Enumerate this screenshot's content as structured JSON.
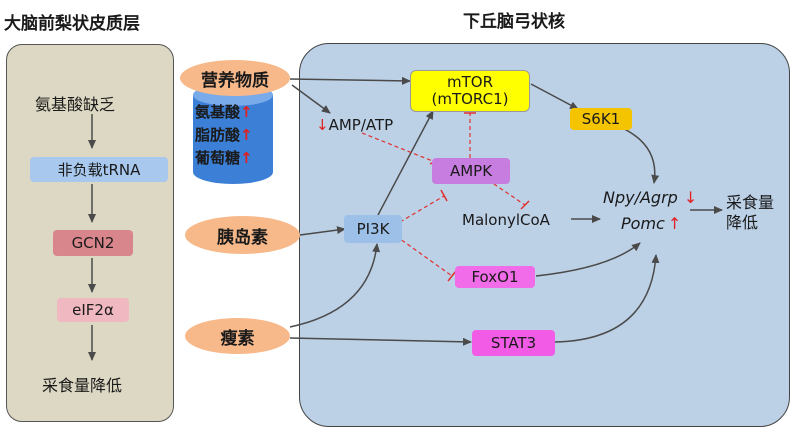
{
  "left_title": "大脑前梨状皮质层",
  "right_title": "下丘脑弓状核",
  "left": {
    "amino_deficiency": "氨基酸缺乏",
    "uncharged_trna": "非负载tRNA",
    "gcn2": "GCN2",
    "eif2a": "eIF2α",
    "reduced_intake": "采食量降低"
  },
  "nutrients": {
    "title": "营养物质",
    "amino_acid": "氨基酸",
    "fatty_acid": "脂肪酸",
    "glucose": "葡萄糖",
    "up_arrow": "↑"
  },
  "insulin": "胰岛素",
  "leptin": "瘦素",
  "nodes": {
    "mtor_line1": "mTOR",
    "mtor_line2": "(mTORC1)",
    "s6k1": "S6K1",
    "amp_arrow": "↓",
    "amp_atp": "AMP/ATP",
    "ampk": "AMPK",
    "pi3k": "PI3K",
    "malonyl": "MalonylCoA",
    "foxo1": "FoxO1",
    "stat3": "STAT3",
    "npy_agrp": "Npy/Agrp",
    "down_arrow": "↓",
    "pomc": "Pomc",
    "up_arrow": "↑",
    "intake_line1": "采食量",
    "intake_line2": "降低"
  },
  "colors": {
    "left_panel": "#ddd8c3",
    "right_panel": "#bcd0e6",
    "mtor": "#ffff00",
    "s6k1": "#f5c400",
    "ampk": "#c77de0",
    "foxo1": "#f06ce8",
    "stat3": "#f25be6",
    "pi3k": "#9cc0e8",
    "trna": "#a8c8ee",
    "gcn2": "#d8868c",
    "eif2a": "#f0b8c0",
    "ellipse": "#f7b98a",
    "cylinder": "#3c7fd6",
    "inhibit": "#e03030"
  }
}
